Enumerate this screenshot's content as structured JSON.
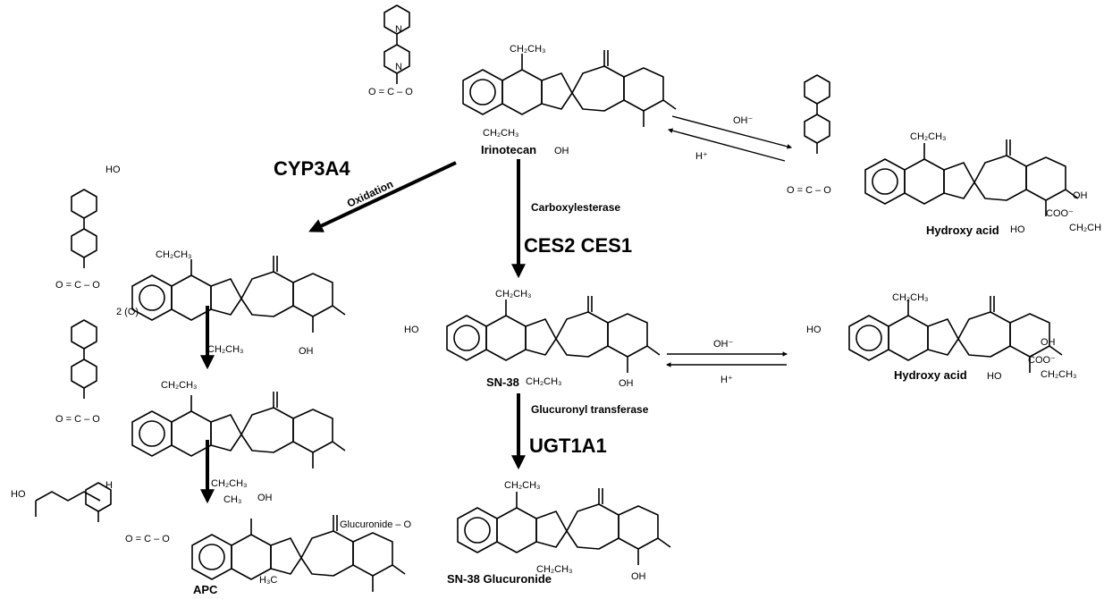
{
  "enzymes": {
    "cyp3a4": "CYP3A4",
    "ces": "CES2 CES1",
    "ugt": "UGT1A1"
  },
  "reactions": {
    "oxidation": "Oxidation",
    "carboxylesterase": "Carboxylesterase",
    "glucuronyl": "Glucuronyl transferase",
    "oh_minus_top": "OH⁻",
    "h_plus_top": "H⁺",
    "oh_minus_mid": "OH⁻",
    "h_plus_mid": "H⁺"
  },
  "compounds": {
    "irinotecan": "Irinotecan",
    "hydroxy_acid_top": "Hydroxy acid",
    "sn38": "SN-38",
    "hydroxy_acid_mid": "Hydroxy acid",
    "sn38_glucuronide": "SN-38 Glucuronide",
    "apc": "APC"
  },
  "atoms": {
    "ch2ch3": "CH₂CH₃",
    "ch3": "CH₃",
    "h3c": "H₃C",
    "n": "N",
    "o": "O",
    "oh": "OH",
    "ho": "HO",
    "coo": "COO⁻",
    "ch2ch": "CH₂CH",
    "ch2ch3_b": "CH₂CH₃",
    "carbamate": "O = C – O",
    "glucuronide": "Glucuronide – O",
    "two_o": "2 (O)",
    "h": "H",
    "ho_acid": "HO"
  }
}
